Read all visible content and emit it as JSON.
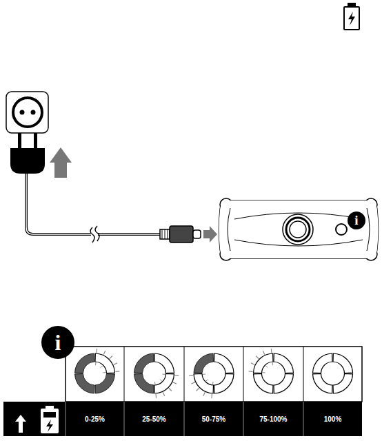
{
  "diagram": {
    "labels": [
      "i",
      "i",
      "0-25%",
      "25-50%",
      "50-75%",
      "75-100%",
      "100%"
    ]
  }
}
